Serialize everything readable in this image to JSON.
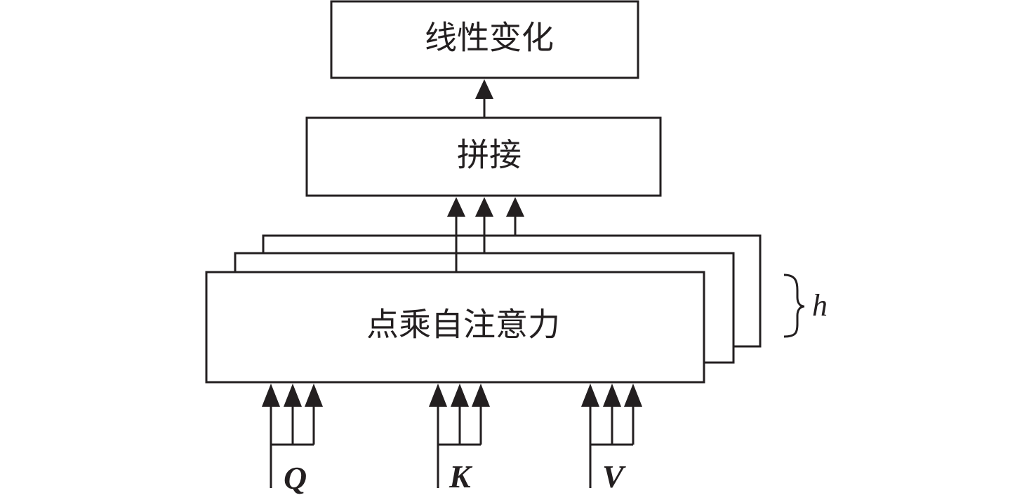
{
  "blocks": {
    "linear": "线性变化",
    "concat": "拼接",
    "attention": "点乘自注意力"
  },
  "repeat_label": "h",
  "inputs": {
    "q": "Q",
    "k": "K",
    "v": "V"
  },
  "colors": {
    "stroke": "#231f20",
    "background": "#ffffff"
  }
}
